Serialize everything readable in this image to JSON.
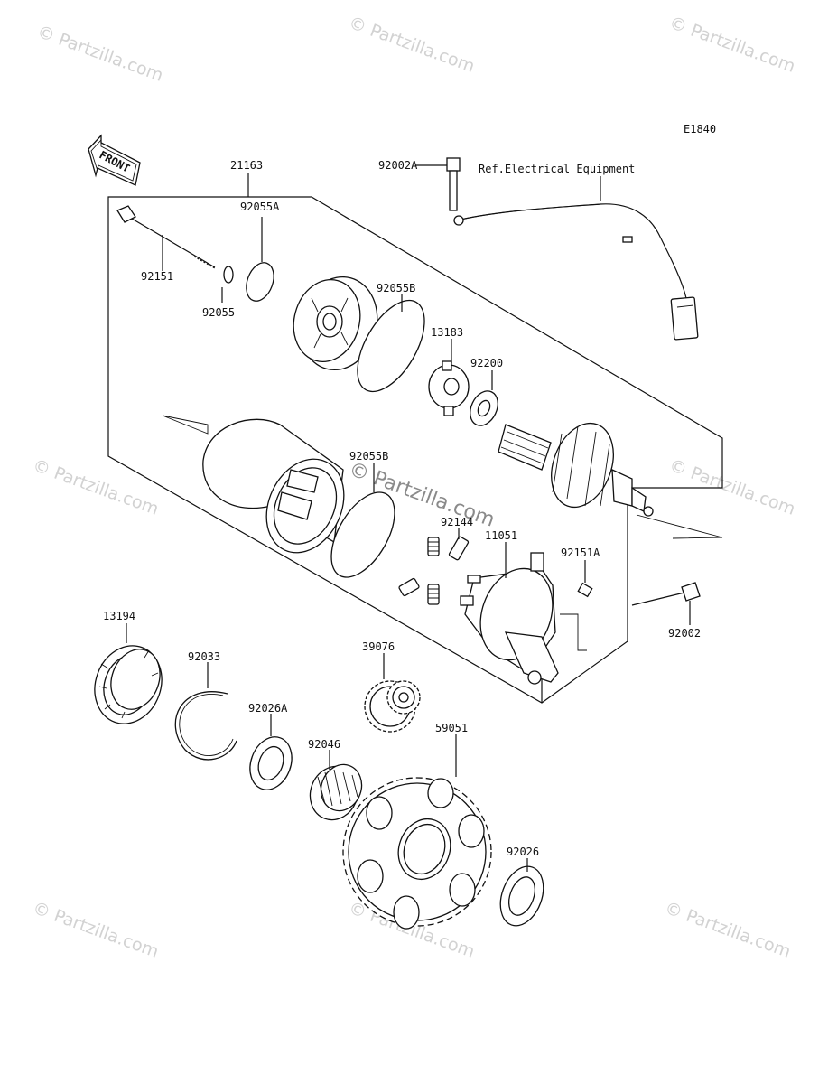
{
  "diagram_code": "E1840",
  "front_label": "FRONT",
  "ref_note": "Ref.Electrical Equipment",
  "watermark": {
    "text": "© Partzilla.com",
    "center_text": "© Partzilla.com"
  },
  "parts": {
    "p21163": "21163",
    "p92002A": "92002A",
    "p92151": "92151",
    "p92055A": "92055A",
    "p92055": "92055",
    "p92055B_top": "92055B",
    "p13183": "13183",
    "p92200": "92200",
    "p92055B_mid": "92055B",
    "p92144": "92144",
    "p11051": "11051",
    "p92151A": "92151A",
    "p92002": "92002",
    "p13194": "13194",
    "p92033": "92033",
    "p39076": "39076",
    "p92026A": "92026A",
    "p92046": "92046",
    "p59051": "59051",
    "p92026": "92026"
  }
}
